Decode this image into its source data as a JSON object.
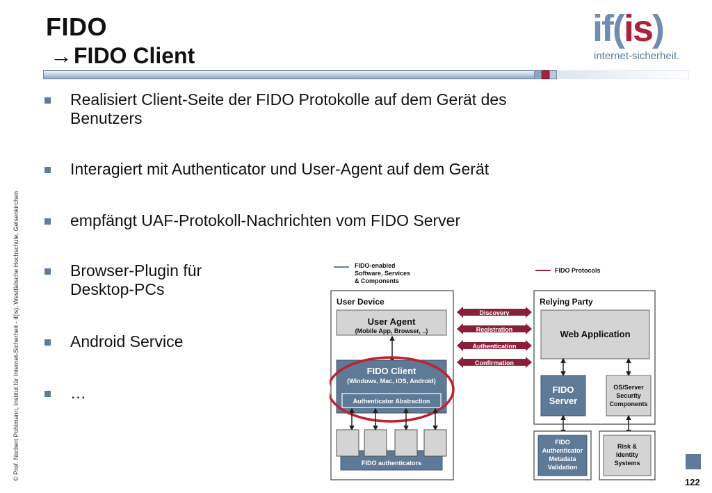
{
  "title": {
    "line1": "FIDO",
    "arrow": "→",
    "line2": "FIDO Client"
  },
  "logo": {
    "main_prefix": "if",
    "main_open": "(",
    "main_mid": "is",
    "main_close": ")",
    "sub": "internet-sicherheit."
  },
  "sidebar_text": "© Prof.  Norbert Pohlmann, Institut für Internet-Sicherheit - if(is), Westfälische Hochschule, Gelsenkirchen",
  "bullets": [
    "Realisiert Client-Seite der FIDO Protokolle auf dem Gerät des Benutzers",
    "Interagiert mit Authenticator und User-Agent auf dem Gerät",
    "empfängt UAF-Protokoll-Nachrichten vom FIDO Server",
    "Browser-Plugin für Desktop-PCs",
    "Android Service",
    "…"
  ],
  "diagram": {
    "legend_blue": [
      "FIDO-enabled",
      "Software, Services",
      "& Components"
    ],
    "legend_red": "FIDO Protocols",
    "user_device": "User Device",
    "user_agent": "User Agent",
    "user_agent_sub": "(Mobile App, Browser, ..)",
    "fido_client": "FIDO Client",
    "fido_client_sub": "(Windows, Mac, iOS, Android)",
    "auth_abstraction": "Authenticator Abstraction",
    "fido_authenticators": "FIDO authenticators",
    "relying_party": "Relying Party",
    "web_application": "Web Application",
    "fido_server_1": "FIDO",
    "fido_server_2": "Server",
    "os_server": [
      "OS/Server",
      "Security",
      "Components"
    ],
    "metadata": [
      "FIDO",
      "Authenticator",
      "Metadata",
      "Validation"
    ],
    "risk": [
      "Risk &",
      "Identity",
      "Systems"
    ],
    "protocols": [
      "Discovery",
      "Registration",
      "Authentication",
      "Confirmation"
    ]
  },
  "page_number": "122"
}
